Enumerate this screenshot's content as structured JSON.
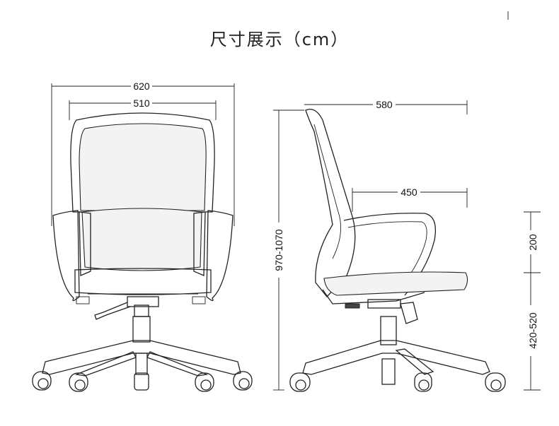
{
  "title": "尺寸展示（cm）",
  "dimensions": {
    "front_overall_width": "620",
    "front_backrest_width": "510",
    "overall_height": "970-1070",
    "side_depth": "580",
    "seat_depth": "450",
    "armrest_height": "200",
    "seat_height": "420-520"
  }
}
